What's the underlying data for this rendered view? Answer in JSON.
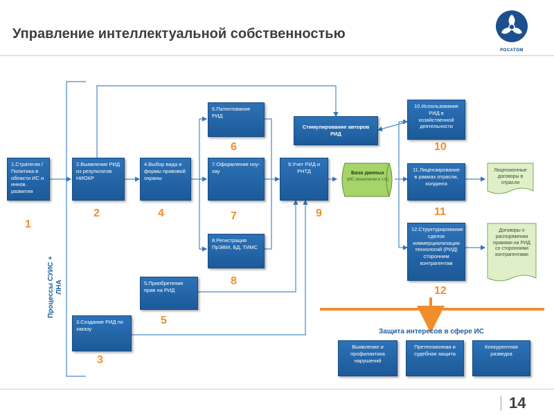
{
  "header": {
    "title": "Управление интеллектуальной собственностью"
  },
  "logo": {
    "name": "РОСАТОМ"
  },
  "side_label": {
    "line1": "Процессы СУИС +",
    "line2": "ЛНА"
  },
  "boxes": {
    "b1": {
      "text": "1.Стратегия / Политика в области ИС и иннов. развития"
    },
    "b2": {
      "text": "2.Выявление РИД из результатов НИОКР"
    },
    "b3": {
      "text": "3.Создание РИД по заказу"
    },
    "b4": {
      "text": "4.Выбор вида и формы правовой охраны"
    },
    "b5": {
      "text": "5.Приобретение прав на РИД"
    },
    "b6": {
      "text": "6.Патентование РИД"
    },
    "b7": {
      "text": "7.Оформление ноу-хау"
    },
    "b8": {
      "text": "8.Регистрация ПрЭВМ, БД, ТИМС"
    },
    "b9": {
      "text": "9.Учет РИД и РНТД"
    },
    "stim": {
      "text": "Стимулирование авторов РИД"
    },
    "b10": {
      "text": "10.Использование РИД в хозяйственной деятельности"
    },
    "b11": {
      "text": "11.Лицензирование в рамках отрасли, холдинга"
    },
    "b12": {
      "text": "12.Структурирование сделок коммерциализации технологий (РИД) сторонним контрагентам"
    },
    "p1": {
      "text": "Выявление и профилактика нарушений"
    },
    "p2": {
      "text": "Претензионная и судебная защита"
    },
    "p3": {
      "text": "Конкурентная разведка"
    }
  },
  "numbers": {
    "n1": "1",
    "n2": "2",
    "n3": "3",
    "n4": "4",
    "n5": "5",
    "n6": "6",
    "n7": "7",
    "n8": "8",
    "n9": "9",
    "n10": "10",
    "n11": "11",
    "n12": "12"
  },
  "database": {
    "title": "База данных",
    "sub": "(ИС,технологии и т.п.)"
  },
  "docs": {
    "d1": "Лицензионные договоры в отрасли",
    "d2": "Договоры о распоряжении правами на РИД со сторонними контрагентами"
  },
  "protection": {
    "title": "Защита интересов в сфере ИС"
  },
  "page": {
    "number": "14"
  },
  "colors": {
    "box": "#2366a8",
    "accent": "#f28d2b",
    "doc": "#dff0c8",
    "database": "#a6d46a",
    "title_blue": "#1f5fa0"
  }
}
